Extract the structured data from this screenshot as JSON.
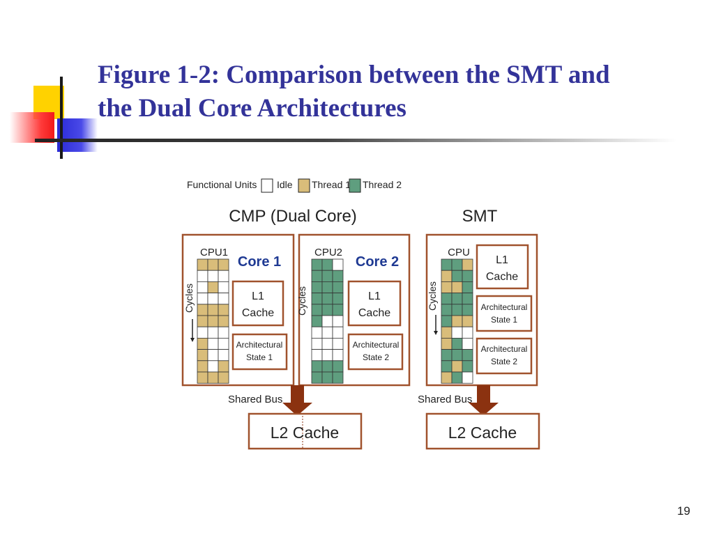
{
  "slide": {
    "title_line1": "Figure 1-2: Comparison between the SMT and",
    "title_line2": "the Dual Core Architectures",
    "page_number": "19"
  },
  "legend": {
    "label": "Functional Units",
    "items": [
      {
        "label": "Idle",
        "color": "#ffffff"
      },
      {
        "label": "Thread 1",
        "color": "#d9bd7a"
      },
      {
        "label": "Thread 2",
        "color": "#5f9e7f"
      }
    ]
  },
  "colors": {
    "border": "#a0522d",
    "arrow": "#8b3210",
    "core_label": "#1f3a93",
    "thread1": "#d9bd7a",
    "thread2": "#5f9e7f",
    "idle": "#ffffff"
  },
  "cmp": {
    "heading": "CMP (Dual Core)",
    "cores": [
      {
        "cpu_label": "CPU1",
        "core_label": "Core 1",
        "cycles_label": "Cycles",
        "l1_line1": "L1",
        "l1_line2": "Cache",
        "arch_line1": "Architectural",
        "arch_line2": "State 1",
        "grid": [
          "111",
          "000",
          "010",
          "000",
          "111",
          "111",
          "000",
          "100",
          "100",
          "101",
          "111"
        ]
      },
      {
        "cpu_label": "CPU2",
        "core_label": "Core 2",
        "cycles_label": "Cycles",
        "l1_line1": "L1",
        "l1_line2": "Cache",
        "arch_line1": "Architectural",
        "arch_line2": "State 2",
        "grid": [
          "220",
          "222",
          "222",
          "222",
          "222",
          "200",
          "000",
          "000",
          "000",
          "222",
          "222"
        ]
      }
    ],
    "shared_bus": "Shared Bus",
    "l2_cache": "L2 Cache"
  },
  "smt": {
    "heading": "SMT",
    "cpu_label": "CPU",
    "cycles_label": "Cycles",
    "l1_line1": "L1",
    "l1_line2": "Cache",
    "arch1_line1": "Architectural",
    "arch1_line2": "State 1",
    "arch2_line1": "Architectural",
    "arch2_line2": "State 2",
    "grid": [
      "221",
      "122",
      "112",
      "222",
      "222",
      "211",
      "100",
      "120",
      "222",
      "212",
      "120"
    ],
    "shared_bus": "Shared Bus",
    "l2_cache": "L2 Cache"
  }
}
